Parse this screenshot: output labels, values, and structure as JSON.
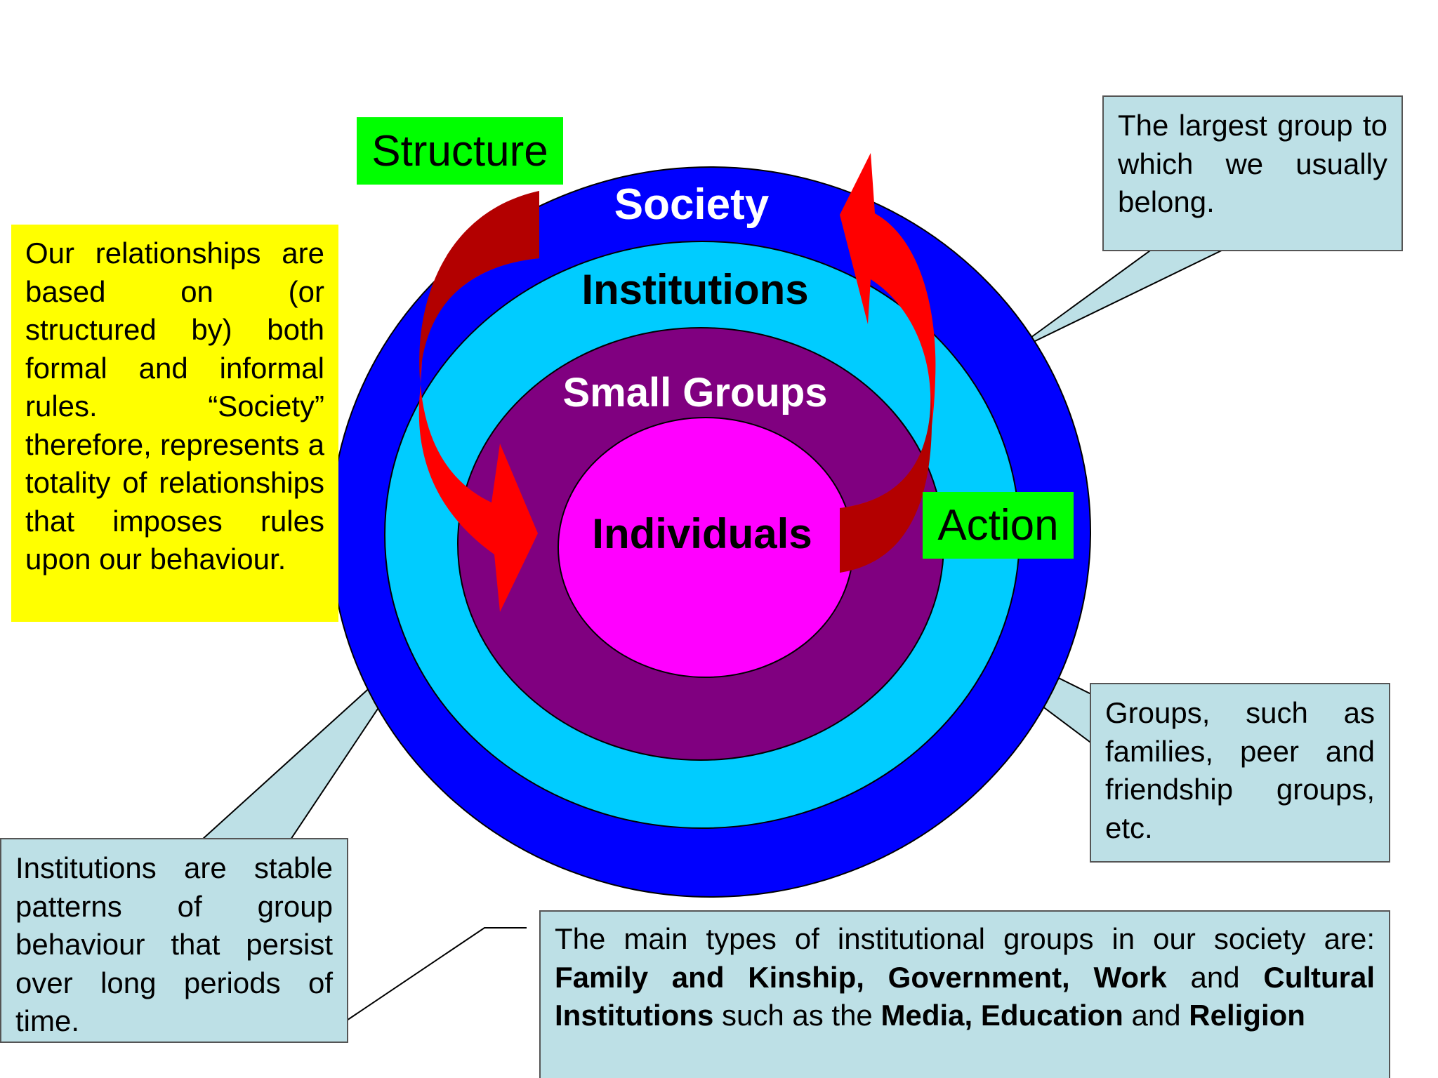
{
  "colors": {
    "society": "#0000ff",
    "institutions": "#00ccff",
    "small_groups": "#800080",
    "individuals": "#ff00ff",
    "arrow_light": "#ff0000",
    "arrow_dark": "#b30000",
    "callout_blue": "#bde0e6",
    "yellow_box": "#ffff00",
    "green_tag": "#00ff00"
  },
  "rings": {
    "society": "Society",
    "institutions": "Institutions",
    "small_groups": "Small Groups",
    "individuals": "Individuals"
  },
  "tags": {
    "structure": "Structure",
    "action": "Action"
  },
  "callouts": {
    "largest_group": "The largest group to which we usually belong.",
    "relationships": "Our relationships are based on (or structured by) both formal and informal rules. “Society” therefore, represents a totality of relationships that imposes rules upon our behaviour.",
    "groups": "Groups, such as families, peer and friendship groups, etc.",
    "institutions_def": "Institutions are stable patterns of group behaviour that persist over long periods of time.",
    "types": {
      "intro": "The main types of institutional groups in our society are:",
      "family": "Family and Kinship,",
      "government": "Government,",
      "work": "Work",
      "and1": "and",
      "cultural": "Cultural Institutions",
      "such_as": "such as the",
      "media_edu": "Media, Education",
      "and2": "and",
      "religion": "Religion"
    }
  }
}
